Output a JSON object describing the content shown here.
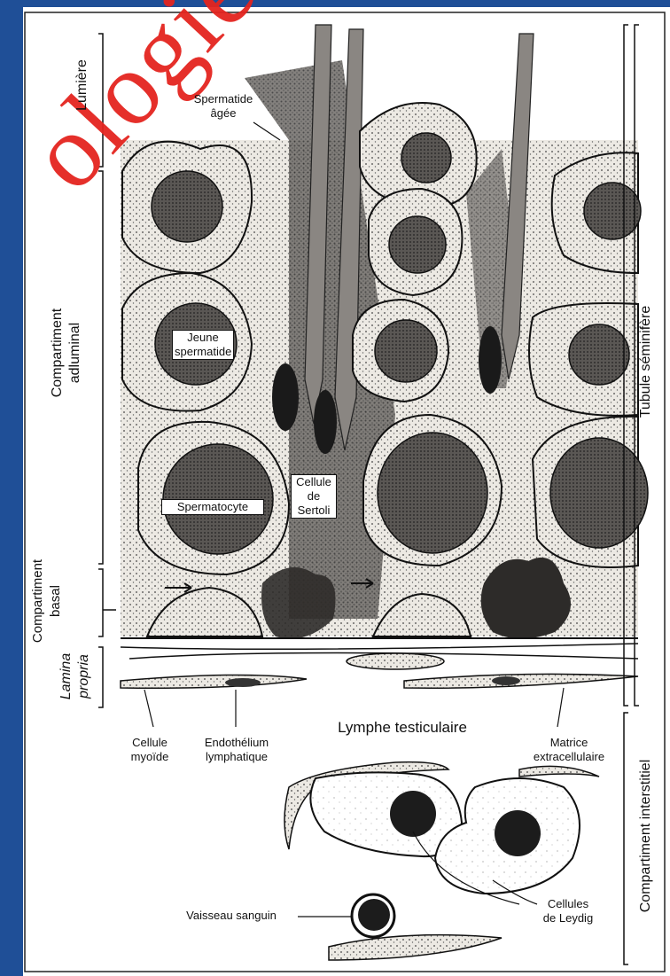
{
  "watermark": "ologie C",
  "colors": {
    "frame": "#1f4f97",
    "watermark": "#e4241f",
    "ink": "#111111"
  },
  "labels": {
    "lumiere": "Lumière",
    "compartiment_adluminal": [
      "Compartiment",
      "adluminal"
    ],
    "compartiment_basal": [
      "Compartiment",
      "basal"
    ],
    "lamina_propria": [
      "Lamina",
      "propria"
    ],
    "tubule_seminifere": "Tubule séminifère",
    "compartiment_interstitiel": "Compartiment interstitiel",
    "spermatide_agee": [
      "Spermatide",
      "âgée"
    ],
    "jeune_spermatide": [
      "Jeune",
      "spermatide"
    ],
    "spermatocyte": "Spermatocyte",
    "cellule_de_sertoli": [
      "Cellule",
      "de",
      "Sertoli"
    ],
    "lymphe_testiculaire": "Lymphe testiculaire",
    "cellule_myoide": [
      "Cellule",
      "myoïde"
    ],
    "endothelium_lymphatique": [
      "Endothélium",
      "lymphatique"
    ],
    "matrice_extracellulaire": [
      "Matrice",
      "extracellulaire"
    ],
    "vaisseau_sanguin": "Vaisseau sanguin",
    "cellules_de_leydig": [
      "Cellules",
      "de Leydig"
    ]
  }
}
